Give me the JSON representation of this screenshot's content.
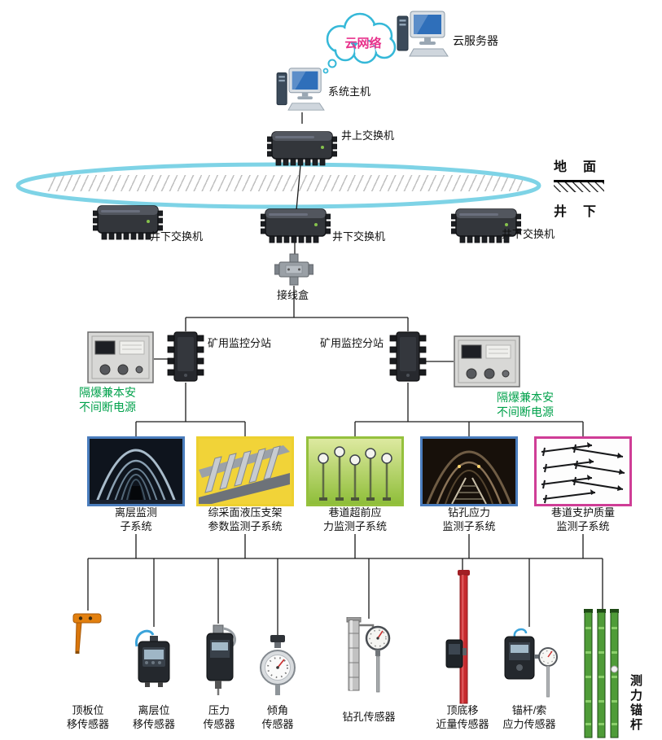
{
  "cloud": {
    "label": "云网络"
  },
  "cloud_server": {
    "label": "云服务器"
  },
  "system_host": {
    "label": "系统主机"
  },
  "surface_switch": {
    "label": "井上交换机"
  },
  "ground": {
    "surface": "地　面",
    "underground": "井　下"
  },
  "underground_switches": [
    {
      "label": "井下交换机"
    },
    {
      "label": "井下交换机"
    },
    {
      "label": "井下交换机"
    }
  ],
  "junction_box": {
    "label": "接线盒"
  },
  "substations": [
    {
      "label": "矿用监控分站"
    },
    {
      "label": "矿用监控分站"
    }
  ],
  "power_supplies": [
    {
      "line1": "隔爆兼本安",
      "line2": "不间断电源"
    },
    {
      "line1": "隔爆兼本安",
      "line2": "不间断电源"
    }
  ],
  "subsystems": [
    {
      "line1": "离层监测",
      "line2": "子系统",
      "accent": "#4a7dbd"
    },
    {
      "line1": "综采面液压支架",
      "line2": "参数监测子系统",
      "accent": "#edd02f"
    },
    {
      "line1": "巷道超前应",
      "line2": "力监测子系统",
      "accent": "#95c13d"
    },
    {
      "line1": "钻孔应力",
      "line2": "监测子系统",
      "accent": "#4a7dbd"
    },
    {
      "line1": "巷道支护质量",
      "line2": "监测子系统",
      "accent": "#cf3d96"
    }
  ],
  "sensors": [
    {
      "line1": "顶板位",
      "line2": "移传感器"
    },
    {
      "line1": "离层位",
      "line2": "移传感器"
    },
    {
      "line1": "压力",
      "line2": "传感器"
    },
    {
      "line1": "倾角",
      "line2": "传感器"
    },
    {
      "line1": "钻孔传感器",
      "line2": ""
    },
    {
      "line1": "顶底移",
      "line2": "近量传感器"
    },
    {
      "line1": "锚杆/索",
      "line2": "应力传感器"
    },
    {
      "line1": "测力锚杆",
      "line2": ""
    }
  ],
  "colors": {
    "cloud_text": "#e8338c",
    "cloud_outline": "#35b8d8",
    "ring": "#7ed3e6",
    "ups_text": "#00a14b",
    "pole_red": "#c6292d",
    "rod_green": "#4f9c38"
  }
}
